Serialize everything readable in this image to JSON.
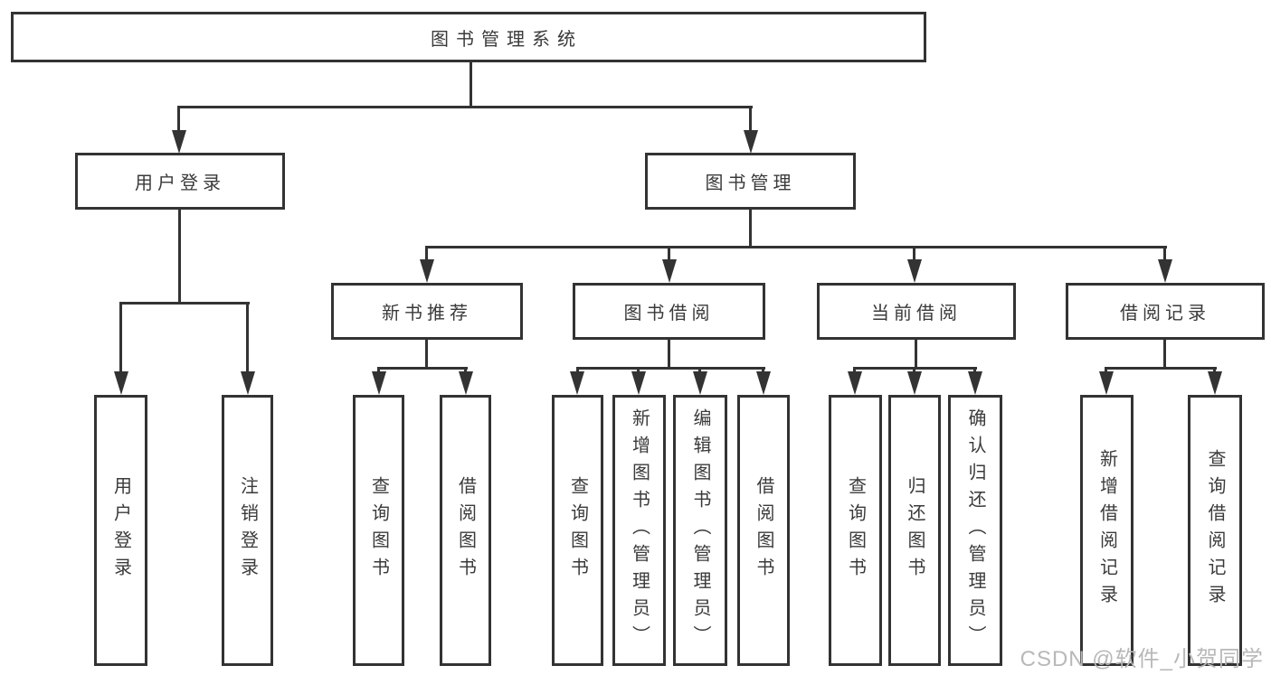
{
  "diagram_type": "hierarchy-tree",
  "root": {
    "label": "图书管理系统"
  },
  "branches": [
    {
      "label": "用户登录",
      "children": [
        {
          "label": "用户登录"
        },
        {
          "label": "注销登录"
        }
      ]
    },
    {
      "label": "图书管理",
      "children": [
        {
          "label": "新书推荐",
          "children": [
            {
              "label": "查询图书"
            },
            {
              "label": "借阅图书"
            }
          ]
        },
        {
          "label": "图书借阅",
          "children": [
            {
              "label": "查询图书"
            },
            {
              "label": "新增图书（管理员）"
            },
            {
              "label": "编辑图书（管理员）"
            },
            {
              "label": "借阅图书"
            }
          ]
        },
        {
          "label": "当前借阅",
          "children": [
            {
              "label": "查询图书"
            },
            {
              "label": "归还图书"
            },
            {
              "label": "确认归还（管理员）"
            }
          ]
        },
        {
          "label": "借阅记录",
          "children": [
            {
              "label": "新增借阅记录"
            },
            {
              "label": "查询借阅记录"
            }
          ]
        }
      ]
    }
  ],
  "watermark": {
    "text": "CSDN @软件_小贺同学"
  },
  "colors": {
    "line": "#333333",
    "text": "#3a3a3a",
    "watermark": "#b8b8b8",
    "background": "#ffffff"
  }
}
